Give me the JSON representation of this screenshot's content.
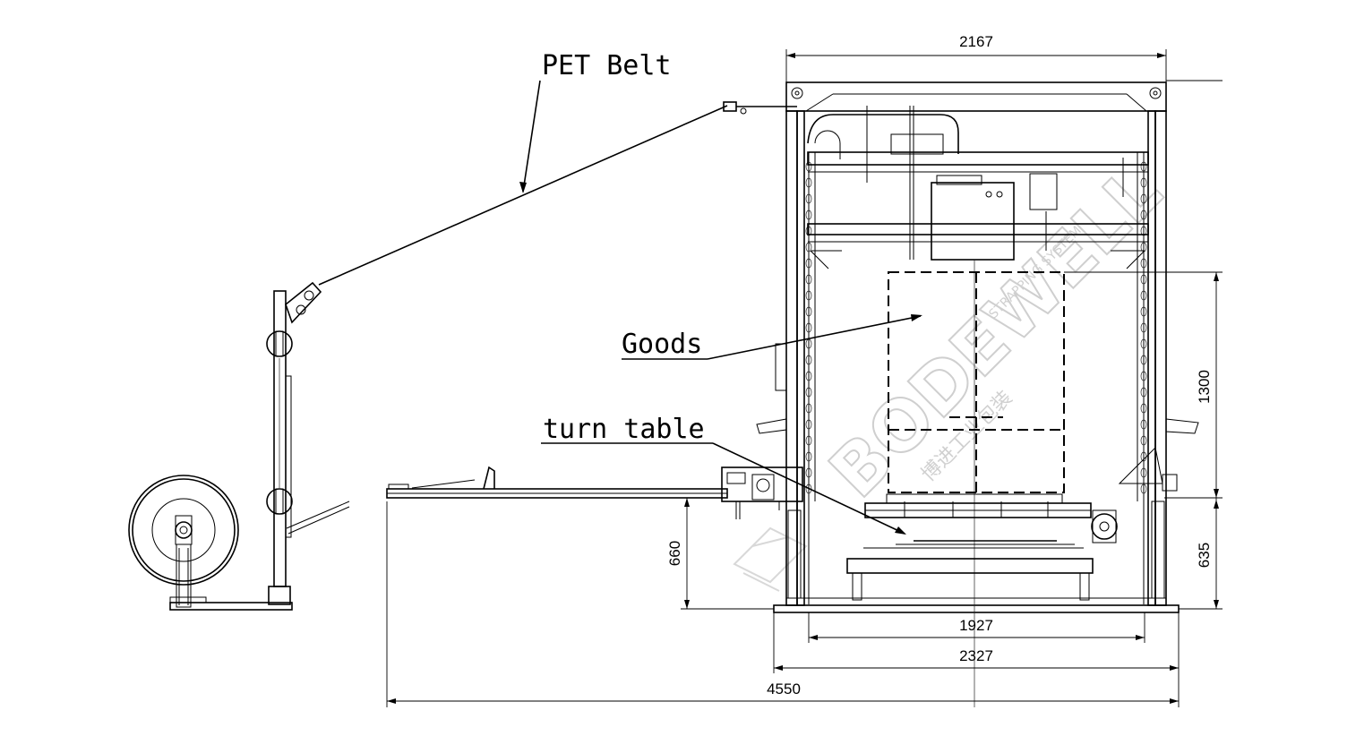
{
  "labels": {
    "pet_belt": "PET Belt",
    "goods": "Goods",
    "turn_table": "turn table"
  },
  "dimensions": {
    "top_width": "2167",
    "goods_height": "1300",
    "table_height_right": "635",
    "table_height_left": "660",
    "base_inner": "1927",
    "base_outer": "2327",
    "total_length": "4550"
  },
  "watermark": {
    "brand": "BODEWELL",
    "sub": "STRAPPING SYSTEM",
    "cn": "博进工业包装"
  }
}
